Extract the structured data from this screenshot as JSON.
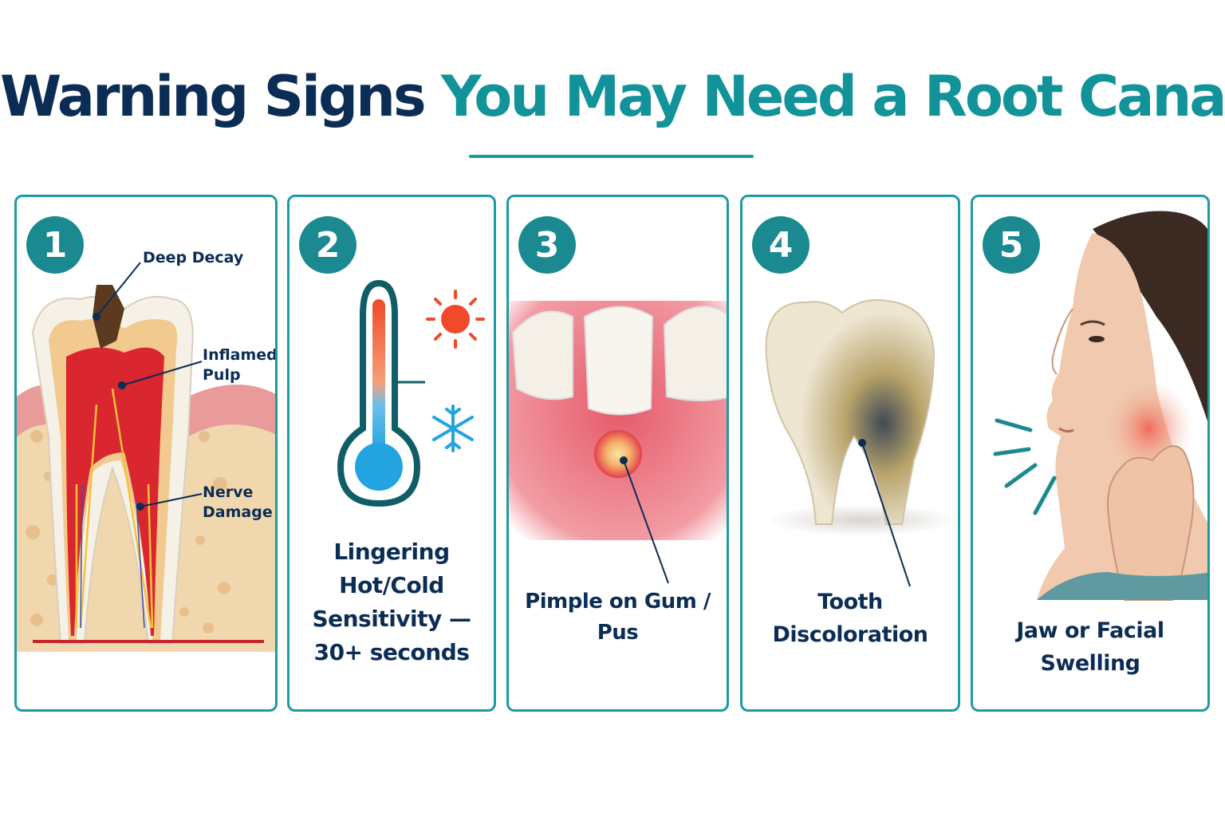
{
  "title": {
    "part1": "Warning Signs",
    "part2": "You May Need a Root Canal"
  },
  "colors": {
    "navy": "#0b2d55",
    "teal": "#12939a",
    "border": "#1e9aa3",
    "badge": "#1a8a90",
    "hot": "#f04a2a",
    "cold": "#23a4e0"
  },
  "cards": [
    {
      "number": "1",
      "labels": {
        "decay": "Deep Decay",
        "pulp_1": "Inflamed",
        "pulp_2": "Pulp",
        "nerve_1": "Nerve",
        "nerve_2": "Damage"
      },
      "icon": "tooth-cross-section-icon"
    },
    {
      "number": "2",
      "caption": [
        "Lingering",
        "Hot/Cold",
        "Sensitivity —",
        "30+ seconds"
      ],
      "icons": [
        "thermometer-icon",
        "sun-icon",
        "snowflake-icon"
      ]
    },
    {
      "number": "3",
      "caption": [
        "Pimple on Gum /",
        "Pus"
      ],
      "icon": "gum-abscess-icon"
    },
    {
      "number": "4",
      "caption": [
        "Tooth",
        "Discoloration"
      ],
      "icon": "discolored-tooth-icon"
    },
    {
      "number": "5",
      "caption": [
        "Jaw or Facial",
        "Swelling"
      ],
      "icon": "facial-swelling-icon"
    }
  ]
}
